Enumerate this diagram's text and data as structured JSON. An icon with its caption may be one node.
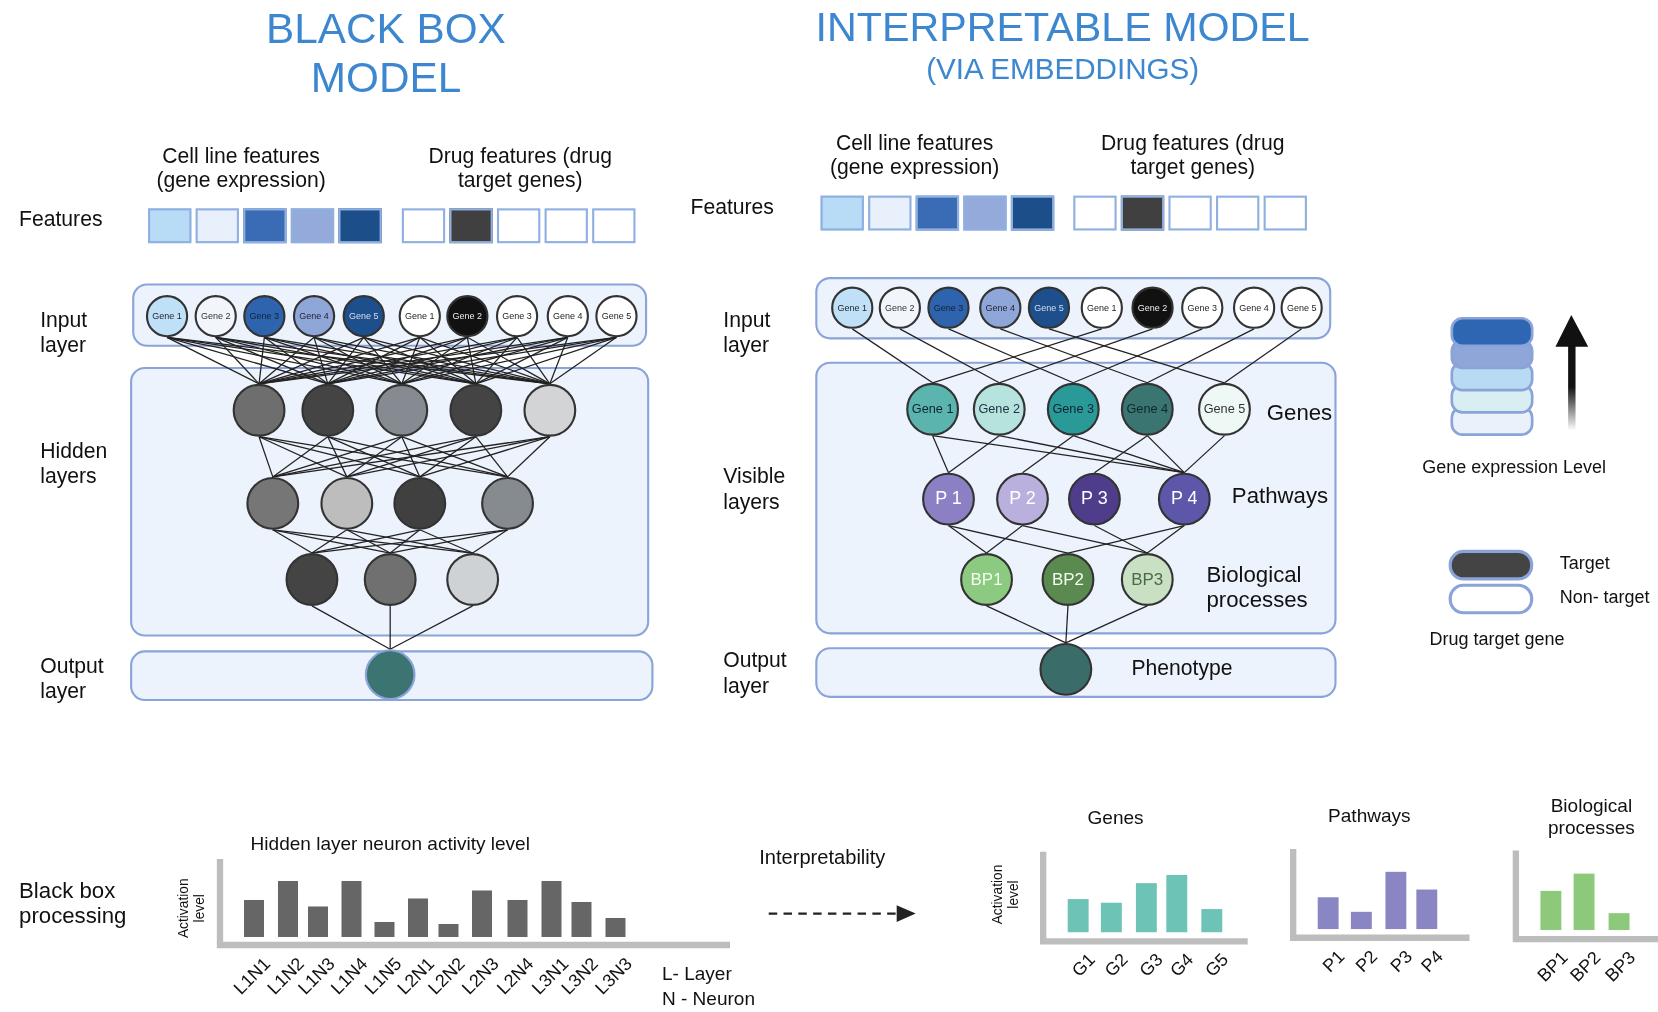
{
  "diagram": {
    "nodes": [
      {
        "text": [
          "Input layer"
        ]
      },
      {
        "text": [
          "Gene 1"
        ],
        "in": 0
      },
      {
        "text": [
          "Gene 2"
        ],
        "in": 0
      },
      {
        "text": [
          "Gene 3"
        ],
        "in": 0
      },
      {
        "text": [
          "Gene 4"
        ],
        "in": 0
      },
      {
        "text": [
          "Gene 5"
        ],
        "in": 0
      },
      {
        "text": [
          "Gene 1"
        ],
        "in": 0
      },
      {
        "text": [
          "Gene 2"
        ],
        "in": 0
      },
      {
        "text": [
          "Gene 3"
        ],
        "in": 0
      },
      {
        "text": [
          "Gene 4"
        ],
        "in": 0
      },
      {
        "text": [
          "Gene 5"
        ],
        "in": 0
      },
      {
        "text": [
          "Hidden layers"
        ]
      },
      {
        "text": [],
        "shape": "circle",
        "in": 11
      },
      {
        "text": [],
        "shape": "circle",
        "in": 11
      },
      {
        "text": [],
        "shape": "circle",
        "in": 11
      },
      {
        "text": [],
        "shape": "circle",
        "in": 11
      },
      {
        "text": [],
        "shape": "circle",
        "in": 11
      },
      {
        "text": [],
        "shape": "circle",
        "in": 11
      },
      {
        "text": [],
        "shape": "circle",
        "in": 11
      },
      {
        "text": [],
        "shape": "circle",
        "in": 11
      },
      {
        "text": [],
        "shape": "circle",
        "in": 11
      },
      {
        "text": [],
        "shape": "circle",
        "in": 11
      },
      {
        "text": [],
        "shape": "circle",
        "in": 11
      },
      {
        "text": [],
        "shape": "circle",
        "in": 11
      },
      {
        "text": [
          "Output layer"
        ]
      },
      {
        "text": [],
        "shape": "circle",
        "in": 24
      },
      {
        "text": [
          "Input layer"
        ]
      },
      {
        "text": [
          "Gene 1"
        ],
        "in": 26
      },
      {
        "text": [
          "Gene 2"
        ],
        "in": 26
      },
      {
        "text": [
          "Gene 3"
        ],
        "in": 26
      },
      {
        "text": [
          "Gene 4"
        ],
        "in": 26
      },
      {
        "text": [
          "Gene 5"
        ],
        "in": 26
      },
      {
        "text": [
          "Gene 1"
        ],
        "in": 26
      },
      {
        "text": [
          "Gene 2"
        ],
        "in": 26
      },
      {
        "text": [
          "Gene 3"
        ],
        "in": 26
      },
      {
        "text": [
          "Gene 4"
        ],
        "in": 26
      },
      {
        "text": [
          "Gene 5"
        ],
        "in": 26
      },
      {
        "text": [
          "Visible layers"
        ]
      },
      {
        "text": [
          "Gene 1"
        ],
        "in": 37
      },
      {
        "text": [
          "Gene 2"
        ],
        "in": 37
      },
      {
        "text": [
          "Gene 3"
        ],
        "in": 37
      },
      {
        "text": [
          "Gene 4"
        ],
        "in": 37
      },
      {
        "text": [
          "Gene 5"
        ],
        "in": 37
      },
      {
        "text": [
          "P 1"
        ],
        "in": 37
      },
      {
        "text": [
          "P 2"
        ],
        "in": 37
      },
      {
        "text": [
          "P 3"
        ],
        "in": 37
      },
      {
        "text": [
          "P 4"
        ],
        "in": 37
      },
      {
        "text": [
          "BP1"
        ],
        "in": 37
      },
      {
        "text": [
          "BP2"
        ],
        "in": 37
      },
      {
        "text": [
          "BP3"
        ],
        "in": 37
      },
      {
        "text": [
          "Output layer"
        ]
      },
      {
        "text": [],
        "shape": "circle",
        "in": 50
      }
    ],
    "edges": [
      {
        "from": 1,
        "to": 12,
        "arrow": "none"
      },
      {
        "from": 1,
        "to": 13,
        "arrow": "none"
      },
      {
        "from": 1,
        "to": 14,
        "arrow": "none"
      },
      {
        "from": 1,
        "to": 15,
        "arrow": "none"
      },
      {
        "from": 1,
        "to": 16,
        "arrow": "none"
      },
      {
        "from": 2,
        "to": 12,
        "arrow": "none"
      },
      {
        "from": 2,
        "to": 13,
        "arrow": "none"
      },
      {
        "from": 2,
        "to": 14,
        "arrow": "none"
      },
      {
        "from": 2,
        "to": 15,
        "arrow": "none"
      },
      {
        "from": 2,
        "to": 16,
        "arrow": "none"
      },
      {
        "from": 3,
        "to": 12,
        "arrow": "none"
      },
      {
        "from": 3,
        "to": 13,
        "arrow": "none"
      },
      {
        "from": 3,
        "to": 14,
        "arrow": "none"
      },
      {
        "from": 3,
        "to": 15,
        "arrow": "none"
      },
      {
        "from": 3,
        "to": 16,
        "arrow": "none"
      },
      {
        "from": 4,
        "to": 12,
        "arrow": "none"
      },
      {
        "from": 4,
        "to": 13,
        "arrow": "none"
      },
      {
        "from": 4,
        "to": 14,
        "arrow": "none"
      },
      {
        "from": 4,
        "to": 15,
        "arrow": "none"
      },
      {
        "from": 4,
        "to": 16,
        "arrow": "none"
      },
      {
        "from": 5,
        "to": 12,
        "arrow": "none"
      },
      {
        "from": 5,
        "to": 13,
        "arrow": "none"
      },
      {
        "from": 5,
        "to": 14,
        "arrow": "none"
      },
      {
        "from": 5,
        "to": 15,
        "arrow": "none"
      },
      {
        "from": 5,
        "to": 16,
        "arrow": "none"
      },
      {
        "from": 6,
        "to": 12,
        "arrow": "none"
      },
      {
        "from": 6,
        "to": 13,
        "arrow": "none"
      },
      {
        "from": 6,
        "to": 14,
        "arrow": "none"
      },
      {
        "from": 6,
        "to": 15,
        "arrow": "none"
      },
      {
        "from": 6,
        "to": 16,
        "arrow": "none"
      },
      {
        "from": 7,
        "to": 12,
        "arrow": "none"
      },
      {
        "from": 7,
        "to": 13,
        "arrow": "none"
      },
      {
        "from": 7,
        "to": 14,
        "arrow": "none"
      },
      {
        "from": 7,
        "to": 15,
        "arrow": "none"
      },
      {
        "from": 7,
        "to": 16,
        "arrow": "none"
      },
      {
        "from": 8,
        "to": 12,
        "arrow": "none"
      },
      {
        "from": 8,
        "to": 13,
        "arrow": "none"
      },
      {
        "from": 8,
        "to": 14,
        "arrow": "none"
      },
      {
        "from": 8,
        "to": 15,
        "arrow": "none"
      },
      {
        "from": 8,
        "to": 16,
        "arrow": "none"
      },
      {
        "from": 9,
        "to": 12,
        "arrow": "none"
      },
      {
        "from": 9,
        "to": 13,
        "arrow": "none"
      },
      {
        "from": 9,
        "to": 14,
        "arrow": "none"
      },
      {
        "from": 9,
        "to": 15,
        "arrow": "none"
      },
      {
        "from": 9,
        "to": 16,
        "arrow": "none"
      },
      {
        "from": 10,
        "to": 12,
        "arrow": "none"
      },
      {
        "from": 10,
        "to": 13,
        "arrow": "none"
      },
      {
        "from": 10,
        "to": 14,
        "arrow": "none"
      },
      {
        "from": 10,
        "to": 15,
        "arrow": "none"
      },
      {
        "from": 10,
        "to": 16,
        "arrow": "none"
      },
      {
        "from": 12,
        "to": 17,
        "arrow": "none"
      },
      {
        "from": 12,
        "to": 18,
        "arrow": "none"
      },
      {
        "from": 12,
        "to": 19,
        "arrow": "none"
      },
      {
        "from": 12,
        "to": 20,
        "arrow": "none"
      },
      {
        "from": 13,
        "to": 17,
        "arrow": "none"
      },
      {
        "from": 13,
        "to": 18,
        "arrow": "none"
      },
      {
        "from": 13,
        "to": 19,
        "arrow": "none"
      },
      {
        "from": 13,
        "to": 20,
        "arrow": "none"
      },
      {
        "from": 14,
        "to": 17,
        "arrow": "none"
      },
      {
        "from": 14,
        "to": 18,
        "arrow": "none"
      },
      {
        "from": 14,
        "to": 19,
        "arrow": "none"
      },
      {
        "from": 14,
        "to": 20,
        "arrow": "none"
      },
      {
        "from": 15,
        "to": 17,
        "arrow": "none"
      },
      {
        "from": 15,
        "to": 18,
        "arrow": "none"
      },
      {
        "from": 15,
        "to": 19,
        "arrow": "none"
      },
      {
        "from": 15,
        "to": 20,
        "arrow": "none"
      },
      {
        "from": 16,
        "to": 17,
        "arrow": "none"
      },
      {
        "from": 16,
        "to": 18,
        "arrow": "none"
      },
      {
        "from": 16,
        "to": 19,
        "arrow": "none"
      },
      {
        "from": 16,
        "to": 20,
        "arrow": "none"
      },
      {
        "from": 17,
        "to": 21,
        "arrow": "none"
      },
      {
        "from": 17,
        "to": 22,
        "arrow": "none"
      },
      {
        "from": 17,
        "to": 23,
        "arrow": "none"
      },
      {
        "from": 18,
        "to": 21,
        "arrow": "none"
      },
      {
        "from": 18,
        "to": 22,
        "arrow": "none"
      },
      {
        "from": 18,
        "to": 23,
        "arrow": "none"
      },
      {
        "from": 19,
        "to": 21,
        "arrow": "none"
      },
      {
        "from": 19,
        "to": 22,
        "arrow": "none"
      },
      {
        "from": 19,
        "to": 23,
        "arrow": "none"
      },
      {
        "from": 20,
        "to": 21,
        "arrow": "none"
      },
      {
        "from": 20,
        "to": 22,
        "arrow": "none"
      },
      {
        "from": 20,
        "to": 23,
        "arrow": "none"
      },
      {
        "from": 21,
        "to": 25,
        "arrow": "none"
      },
      {
        "from": 22,
        "to": 25,
        "arrow": "none"
      },
      {
        "from": 23,
        "to": 25,
        "arrow": "none"
      },
      {
        "from": 27,
        "to": 38,
        "arrow": "none"
      },
      {
        "from": 28,
        "to": 39,
        "arrow": "none"
      },
      {
        "from": 29,
        "to": 40,
        "arrow": "none"
      },
      {
        "from": 30,
        "to": 41,
        "arrow": "none"
      },
      {
        "from": 31,
        "to": 42,
        "arrow": "none"
      },
      {
        "from": 32,
        "to": 38,
        "arrow": "none"
      },
      {
        "from": 33,
        "to": 39,
        "arrow": "none"
      },
      {
        "from": 34,
        "to": 40,
        "arrow": "none"
      },
      {
        "from": 35,
        "to": 41,
        "arrow": "none"
      },
      {
        "from": 36,
        "to": 42,
        "arrow": "none"
      },
      {
        "from": 38,
        "to": 43,
        "arrow": "none"
      },
      {
        "from": 38,
        "to": 46,
        "arrow": "none"
      },
      {
        "from": 39,
        "to": 43,
        "arrow": "none"
      },
      {
        "from": 39,
        "to": 46,
        "arrow": "none"
      },
      {
        "from": 40,
        "to": 44,
        "arrow": "none"
      },
      {
        "from": 40,
        "to": 46,
        "arrow": "none"
      },
      {
        "from": 41,
        "to": 45,
        "arrow": "none"
      },
      {
        "from": 41,
        "to": 46,
        "arrow": "none"
      },
      {
        "from": 42,
        "to": 46,
        "arrow": "none"
      },
      {
        "from": 43,
        "to": 47,
        "arrow": "none"
      },
      {
        "from": 43,
        "to": 48,
        "arrow": "none"
      },
      {
        "from": 44,
        "to": 47,
        "arrow": "none"
      },
      {
        "from": 44,
        "to": 49,
        "arrow": "none"
      },
      {
        "from": 45,
        "to": 49,
        "arrow": "none"
      },
      {
        "from": 46,
        "to": 48,
        "arrow": "none"
      },
      {
        "from": 46,
        "to": 49,
        "arrow": "none"
      },
      {
        "from": 47,
        "to": 51,
        "arrow": "none"
      },
      {
        "from": 48,
        "to": 51,
        "arrow": "none"
      },
      {
        "from": 49,
        "to": 51,
        "arrow": "none"
      }
    ],
    "labels": [
      "BLACK BOX MODEL",
      "INTERPRETABLE MODEL",
      "(VIA EMBEDDINGS)",
      "Cell line features (gene expression)",
      "Drug features (drug target genes)",
      "Features",
      "Cell line features (gene expression)",
      "Drug features (drug target genes)",
      "Features",
      "Genes",
      "Pathways",
      "Biological processes",
      "Phenotype",
      "Gene expression Level",
      "Drug target gene",
      "Black box processing",
      "Hidden layer neuron activity level",
      "Activation level",
      "L1N1",
      "L1N2",
      "L1N3",
      "L1N4",
      "L1N5",
      "L2N1",
      "L2N2",
      "L2N3",
      "L2N4",
      "L3N1",
      "L3N2",
      "L3N3",
      "L- Layer",
      "N - Neuron",
      "Interpretability",
      "Genes",
      "Pathways",
      "Biological processes",
      "Activation level",
      "G1",
      "G2",
      "G3",
      "G4",
      "G5",
      "P1",
      "P2",
      "P3",
      "P4",
      "BP1",
      "BP2",
      "BP3"
    ],
    "legend": [
      {
        "text": "Target",
        "color": "#444444"
      },
      {
        "text": "Non- target",
        "color": "#ffffff"
      }
    ]
  }
}
